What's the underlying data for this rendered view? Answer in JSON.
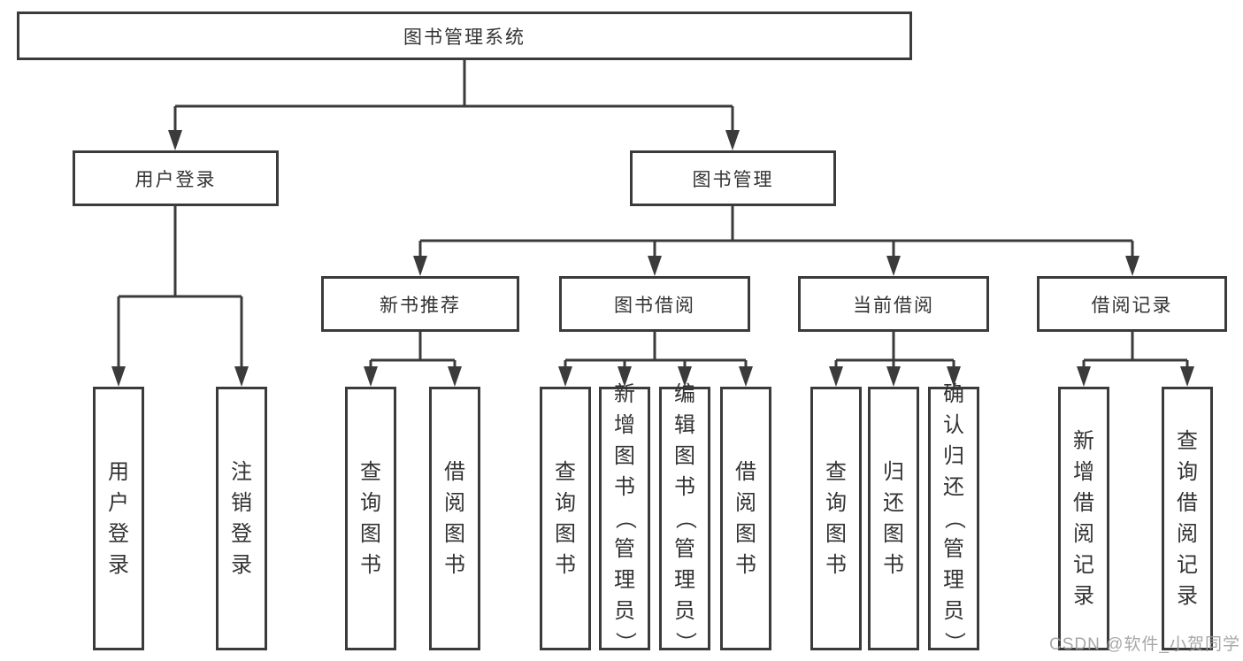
{
  "diagram": {
    "title": "图书管理系统",
    "nodes": {
      "root": {
        "label": "图书管理系统"
      },
      "user_login": {
        "label": "用户登录"
      },
      "book_mgmt": {
        "label": "图书管理"
      },
      "new_books": {
        "label": "新书推荐"
      },
      "book_borrow": {
        "label": "图书借阅"
      },
      "current_borrow": {
        "label": "当前借阅"
      },
      "borrow_records": {
        "label": "借阅记录"
      },
      "leaf_user_login": {
        "label": "用户登录"
      },
      "leaf_logout": {
        "label": "注销登录"
      },
      "leaf_nb_query": {
        "label": "查询图书"
      },
      "leaf_nb_borrow": {
        "label": "借阅图书"
      },
      "leaf_bb_query": {
        "label": "查询图书"
      },
      "leaf_bb_add": {
        "label": "新增图书（管理员）"
      },
      "leaf_bb_edit": {
        "label": "编辑图书（管理员）"
      },
      "leaf_bb_borrow": {
        "label": "借阅图书"
      },
      "leaf_cb_query": {
        "label": "查询图书"
      },
      "leaf_cb_return": {
        "label": "归还图书"
      },
      "leaf_cb_confirm": {
        "label": "确认归还（管理员）"
      },
      "leaf_br_add": {
        "label": "新增借阅记录"
      },
      "leaf_br_query": {
        "label": "查询借阅记录"
      }
    },
    "hierarchy": [
      {
        "parent": "图书管理系统",
        "children": [
          "用户登录",
          "图书管理"
        ]
      },
      {
        "parent": "用户登录",
        "children": [
          "用户登录",
          "注销登录"
        ]
      },
      {
        "parent": "图书管理",
        "children": [
          "新书推荐",
          "图书借阅",
          "当前借阅",
          "借阅记录"
        ]
      },
      {
        "parent": "新书推荐",
        "children": [
          "查询图书",
          "借阅图书"
        ]
      },
      {
        "parent": "图书借阅",
        "children": [
          "查询图书",
          "新增图书（管理员）",
          "编辑图书（管理员）",
          "借阅图书"
        ]
      },
      {
        "parent": "当前借阅",
        "children": [
          "查询图书",
          "归还图书",
          "确认归还（管理员）"
        ]
      },
      {
        "parent": "借阅记录",
        "children": [
          "新增借阅记录",
          "查询借阅记录"
        ]
      }
    ],
    "colors": {
      "line": "#3b3b3b",
      "text": "#333333",
      "background": "#ffffff",
      "watermark": "#9e9e9e"
    }
  },
  "watermark": {
    "text": "CSDN @软件_小贺同学"
  }
}
